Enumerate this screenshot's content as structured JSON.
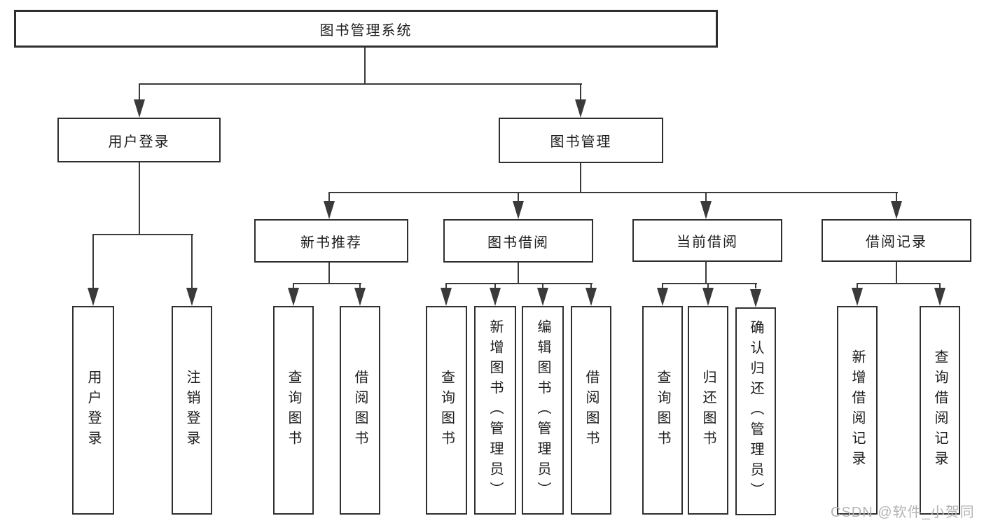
{
  "tree": {
    "root": {
      "label": "图书管理系统",
      "children": [
        {
          "label": "用户登录",
          "children": [
            {
              "label": "用户登录"
            },
            {
              "label": "注销登录"
            }
          ]
        },
        {
          "label": "图书管理",
          "children": [
            {
              "label": "新书推荐",
              "children": [
                {
                  "label": "查询图书"
                },
                {
                  "label": "借阅图书"
                }
              ]
            },
            {
              "label": "图书借阅",
              "children": [
                {
                  "label": "查询图书"
                },
                {
                  "label": "新增图书（管理员）"
                },
                {
                  "label": "编辑图书（管理员）"
                },
                {
                  "label": "借阅图书"
                }
              ]
            },
            {
              "label": "当前借阅",
              "children": [
                {
                  "label": "查询图书"
                },
                {
                  "label": "归还图书"
                },
                {
                  "label": "确认归还（管理员）"
                }
              ]
            },
            {
              "label": "借阅记录",
              "children": [
                {
                  "label": "新增借阅记录"
                },
                {
                  "label": "查询借阅记录"
                }
              ]
            }
          ]
        }
      ]
    }
  },
  "watermark": {
    "text": "CSDN @软件_小贺同学"
  },
  "colors": {
    "line": "#3a3a3a",
    "border": "#2f2f2f",
    "text": "#1d1d1d",
    "watermark": "#b4b4b4",
    "bg": "#ffffff"
  }
}
